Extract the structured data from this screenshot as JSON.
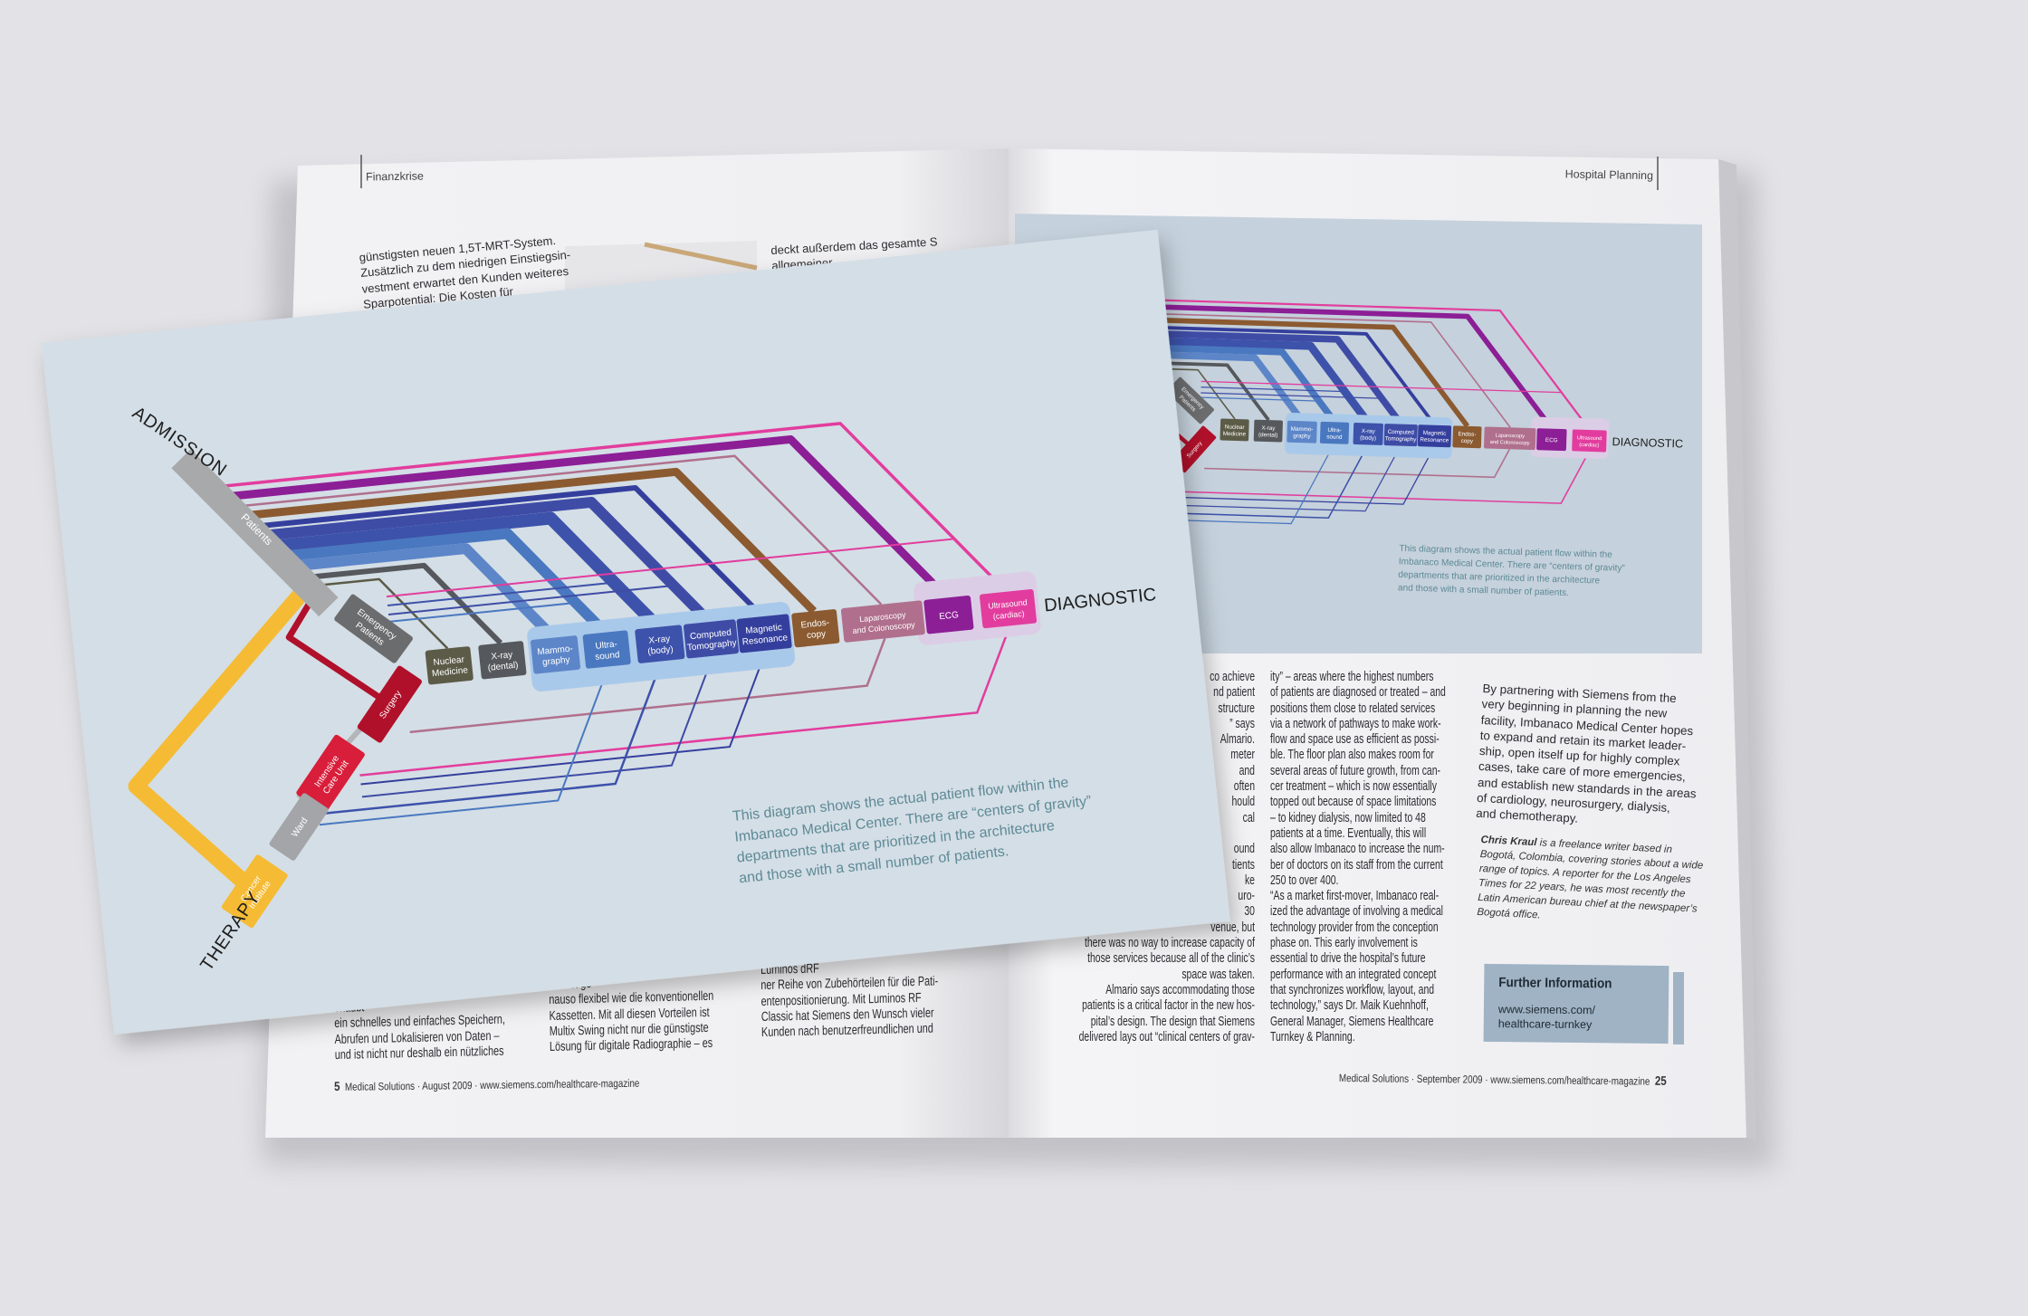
{
  "left_page": {
    "header": "Finanzkrise",
    "top_columns": [
      [
        "günstigsten neuen 1,5T-MRT-System.",
        "Zusätzlich zu dem niedrigen Einstiegsin-",
        "vestment erwartet den Kunden weiteres",
        "Sparpotential: Die Kosten für"
      ],
      [
        "deckt außerdem das gesamte S",
        "allgemeiner"
      ]
    ],
    "bottom_columns": [
      [
        "erlaubt",
        "ein schnelles und einfaches Speichern,",
        "Abrufen und Lokalisieren von Daten –",
        "und ist nicht nur deshalb ein nützliches"
      ],
      [
        "und ist ge-",
        "nauso flexibel wie die konventionellen",
        "Kassetten. Mit all diesen Vorteilen ist",
        "Multix Swing nicht nur die günstigste",
        "Lösung für digitale Radiographie – es"
      ],
      [
        "Luminos dRF",
        "ner Reihe von Zubehörteilen für die Pati-",
        "entenpositionierung. Mit Luminos RF",
        "Classic hat Siemens den Wunsch vieler",
        "Kunden nach benutzerfreundlichen und"
      ]
    ],
    "footer": {
      "page_number": "5",
      "text": "Medical Solutions · August 2009 · www.siemens.com/healthcare-magazine"
    }
  },
  "right_page": {
    "header": "Hospital Planning",
    "columns": [
      [
        "co achieve",
        "nd patient",
        "structure",
        "” says",
        "Almario.",
        "meter",
        "and",
        "often",
        "hould",
        "cal",
        "",
        "ound",
        "tients",
        "ke",
        "uro-",
        "30",
        "venue, but",
        "there was no way to increase capacity of",
        "those services because all of the clinic’s",
        "space was taken.",
        "Almario says accommodating those",
        "patients is a critical factor in the new hos-",
        "pital’s design. The design that Siemens",
        "delivered lays out “clinical centers of grav-"
      ],
      [
        "ity” – areas where the highest numbers",
        "of patients are diagnosed or treated – and",
        "positions them close to related services",
        "via a network of pathways to make work-",
        "flow and space use as efficient as possi-",
        "ble. The floor plan also makes room for",
        "several areas of future growth, from can-",
        "cer treatment – which is now essentially",
        "topped out because of space limitations",
        "– to kidney dialysis, now limited to 48",
        "patients at a time. Eventually, this will",
        "also allow Imbanaco to increase the num-",
        "ber of doctors on its staff from the current",
        "250 to over 400.",
        "“As a market first-mover, Imbanaco real-",
        "ized the advantage of involving a medical",
        "technology provider from the conception",
        "phase on. This early involvement is",
        "essential to drive the hospital’s future",
        "performance with an integrated concept",
        "that synchronizes workflow, layout, and",
        "technology,” says Dr. Maik Kuehnhoff,",
        "General Manager, Siemens Healthcare",
        "Turnkey & Planning."
      ],
      [
        "By partnering with Siemens from the",
        "very beginning in planning the new",
        "facility, Imbanaco Medical Center hopes",
        "to expand and retain its market leader-",
        "ship, open itself up for highly complex",
        "cases, take care of more emergencies,",
        "and establish new standards in the areas",
        "of cardiology, neurosurgery, dialysis,",
        "and chemotherapy."
      ]
    ],
    "bio": {
      "name": "Chris Kraul",
      "text": " is a freelance writer based in Bogotá, Colombia, covering stories about a wide range of topics. A reporter for the Los Angeles Times for 22 years, he was most recently the Latin American bureau chief at the newspaper’s Bogotá office."
    },
    "further_info": {
      "title": "Further Information",
      "link_lines": [
        "www.siemens.com/",
        "healthcare-turnkey"
      ]
    },
    "footer": {
      "text": "Medical Solutions · September 2009 · www.siemens.com/healthcare-magazine",
      "page_number": "25"
    }
  },
  "diagram": {
    "stages": {
      "admission": "ADMISSION",
      "diagnostic": "DIAGNOSTIC",
      "therapy": "THERAPY"
    },
    "patients": "Patients",
    "emergency": [
      "Emergency",
      "Patients"
    ],
    "departments": [
      {
        "label": [
          "Nuclear",
          "Medicine"
        ],
        "color": "#5b5b47"
      },
      {
        "label": [
          "X-ray",
          "(dental)"
        ],
        "color": "#55585c"
      },
      {
        "label": [
          "Mammo-",
          "graphy"
        ],
        "color": "#5d86c9"
      },
      {
        "label": [
          "Ultra-",
          "sound"
        ],
        "color": "#4a78c0"
      },
      {
        "label": [
          "X-ray",
          "(body)"
        ],
        "color": "#3d52aa"
      },
      {
        "label": [
          "Computed",
          "Tomography"
        ],
        "color": "#3f4ca6"
      },
      {
        "label": [
          "Magnetic",
          "Resonance"
        ],
        "color": "#343f9d"
      },
      {
        "label": [
          "Endos-",
          "copy"
        ],
        "color": "#8b5a30"
      },
      {
        "label": [
          "Laparoscopy",
          "and Colonoscopy"
        ],
        "color": "#b0708d"
      },
      {
        "label": [
          "ECG"
        ],
        "color": "#8c1e96"
      },
      {
        "label": [
          "Ultrasound",
          "(cardiac)"
        ],
        "color": "#e23d9e"
      }
    ],
    "therapy_units": [
      {
        "label": [
          "Surgery"
        ],
        "color": "#b0102a"
      },
      {
        "label": [
          "Intensive",
          "Care Unit"
        ],
        "color": "#d81e3a"
      },
      {
        "label": [
          "Ward"
        ],
        "color": "#a3a5a8"
      },
      {
        "label": [
          "Cancer",
          "Institute"
        ],
        "color": "#f5bb35"
      }
    ],
    "caption": [
      "This diagram shows the actual patient flow within the",
      "Imbanaco Medical Center. There are “centers of gravity”",
      "departments that are prioritized in the architecture",
      "and those with a small number of patients."
    ]
  },
  "colors": {
    "card": "#d4dee6",
    "header_band": "#c5d1dc",
    "caption": "#5d8a96",
    "info_box": "#9fb3c4",
    "page": "#f3f3f5"
  }
}
